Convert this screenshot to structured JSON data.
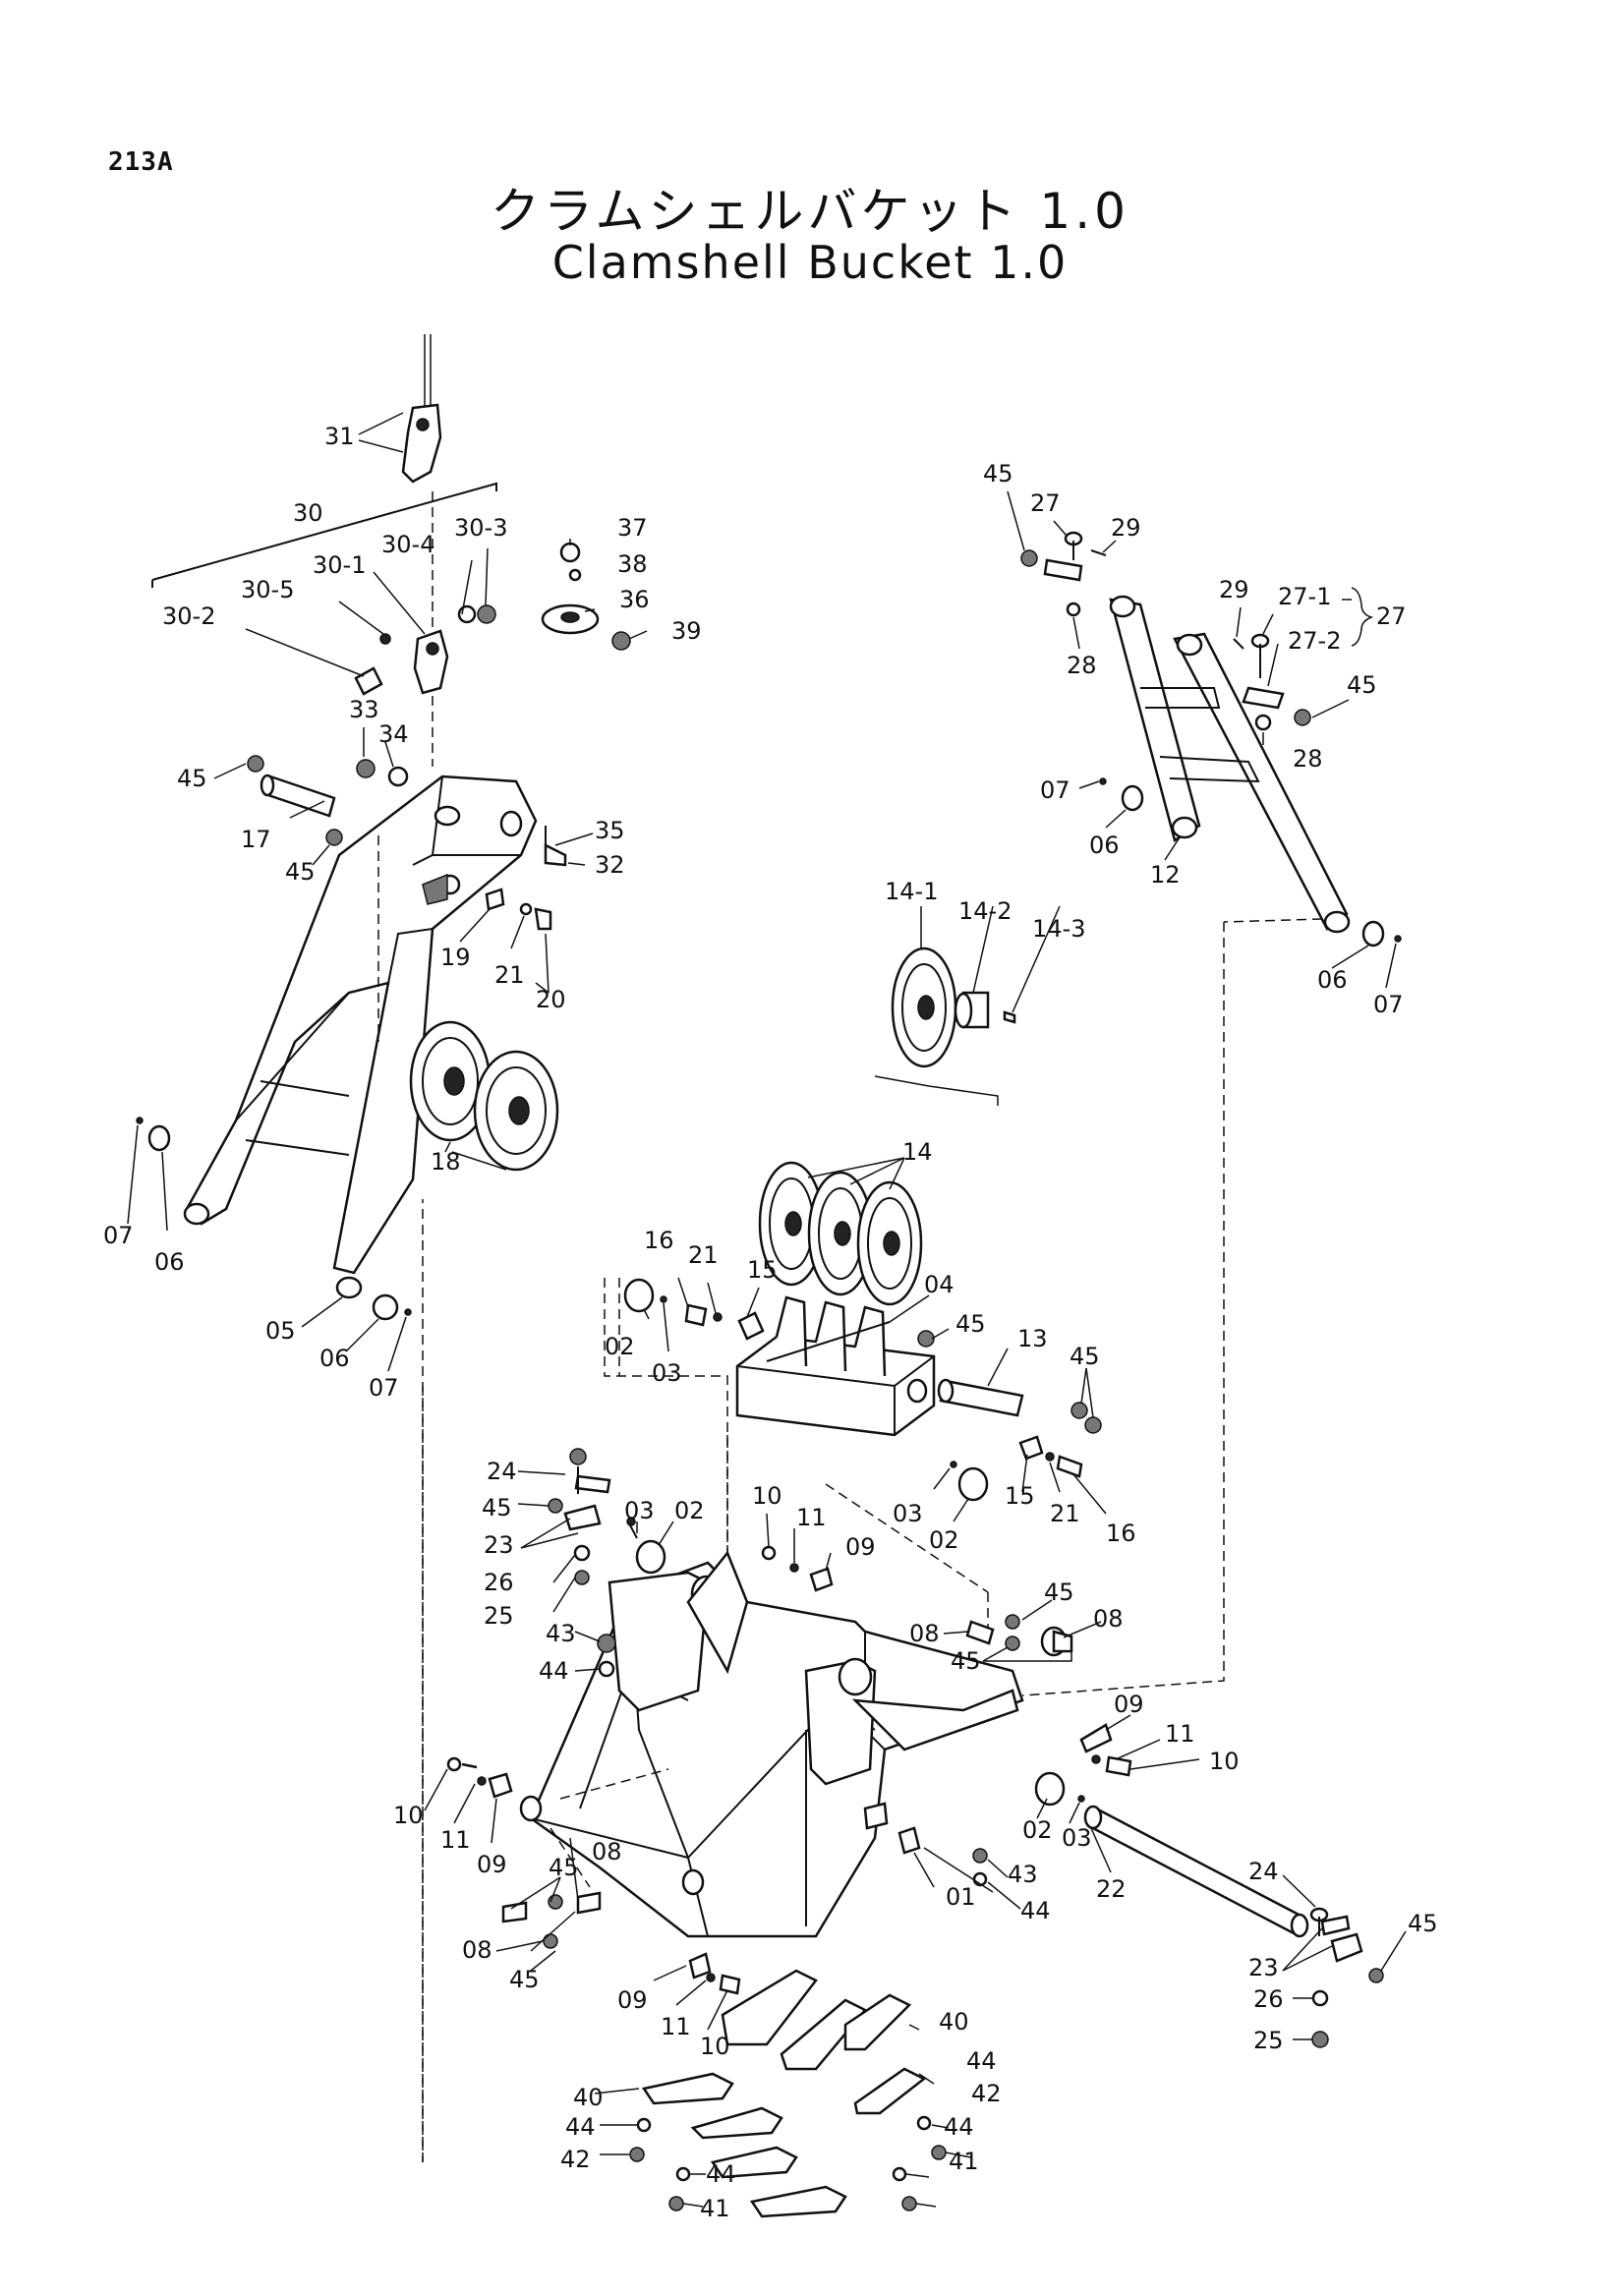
{
  "page": {
    "number": "213A"
  },
  "title": {
    "jp": "クラムシェルバケット 1.0",
    "en": "Clamshell Bucket 1.0"
  },
  "part_labels": [
    "31",
    "30",
    "30-3",
    "30-4",
    "30-1",
    "30-5",
    "30-2",
    "37",
    "38",
    "36",
    "39",
    "33",
    "34",
    "45",
    "17",
    "45",
    "35",
    "32",
    "19",
    "21",
    "20",
    "18",
    "07",
    "06",
    "05",
    "06",
    "07",
    "45",
    "27",
    "29",
    "28",
    "29",
    "27-1",
    "27",
    "27-2",
    "45",
    "28",
    "07",
    "06",
    "12",
    "06",
    "07",
    "14-1",
    "14-2",
    "14-3",
    "14",
    "16",
    "21",
    "15",
    "04",
    "02",
    "03",
    "45",
    "13",
    "45",
    "24",
    "45",
    "23",
    "26",
    "25",
    "43",
    "44",
    "03",
    "02",
    "10",
    "11",
    "09",
    "03",
    "02",
    "15",
    "21",
    "16",
    "45",
    "08",
    "08",
    "45",
    "09",
    "11",
    "10",
    "02",
    "03",
    "22",
    "10",
    "11",
    "09",
    "45",
    "08",
    "08",
    "45",
    "01",
    "43",
    "44",
    "24",
    "23",
    "45",
    "26",
    "25",
    "09",
    "11",
    "10",
    "40",
    "40",
    "44",
    "42",
    "44",
    "44",
    "42",
    "44",
    "41",
    "41"
  ]
}
